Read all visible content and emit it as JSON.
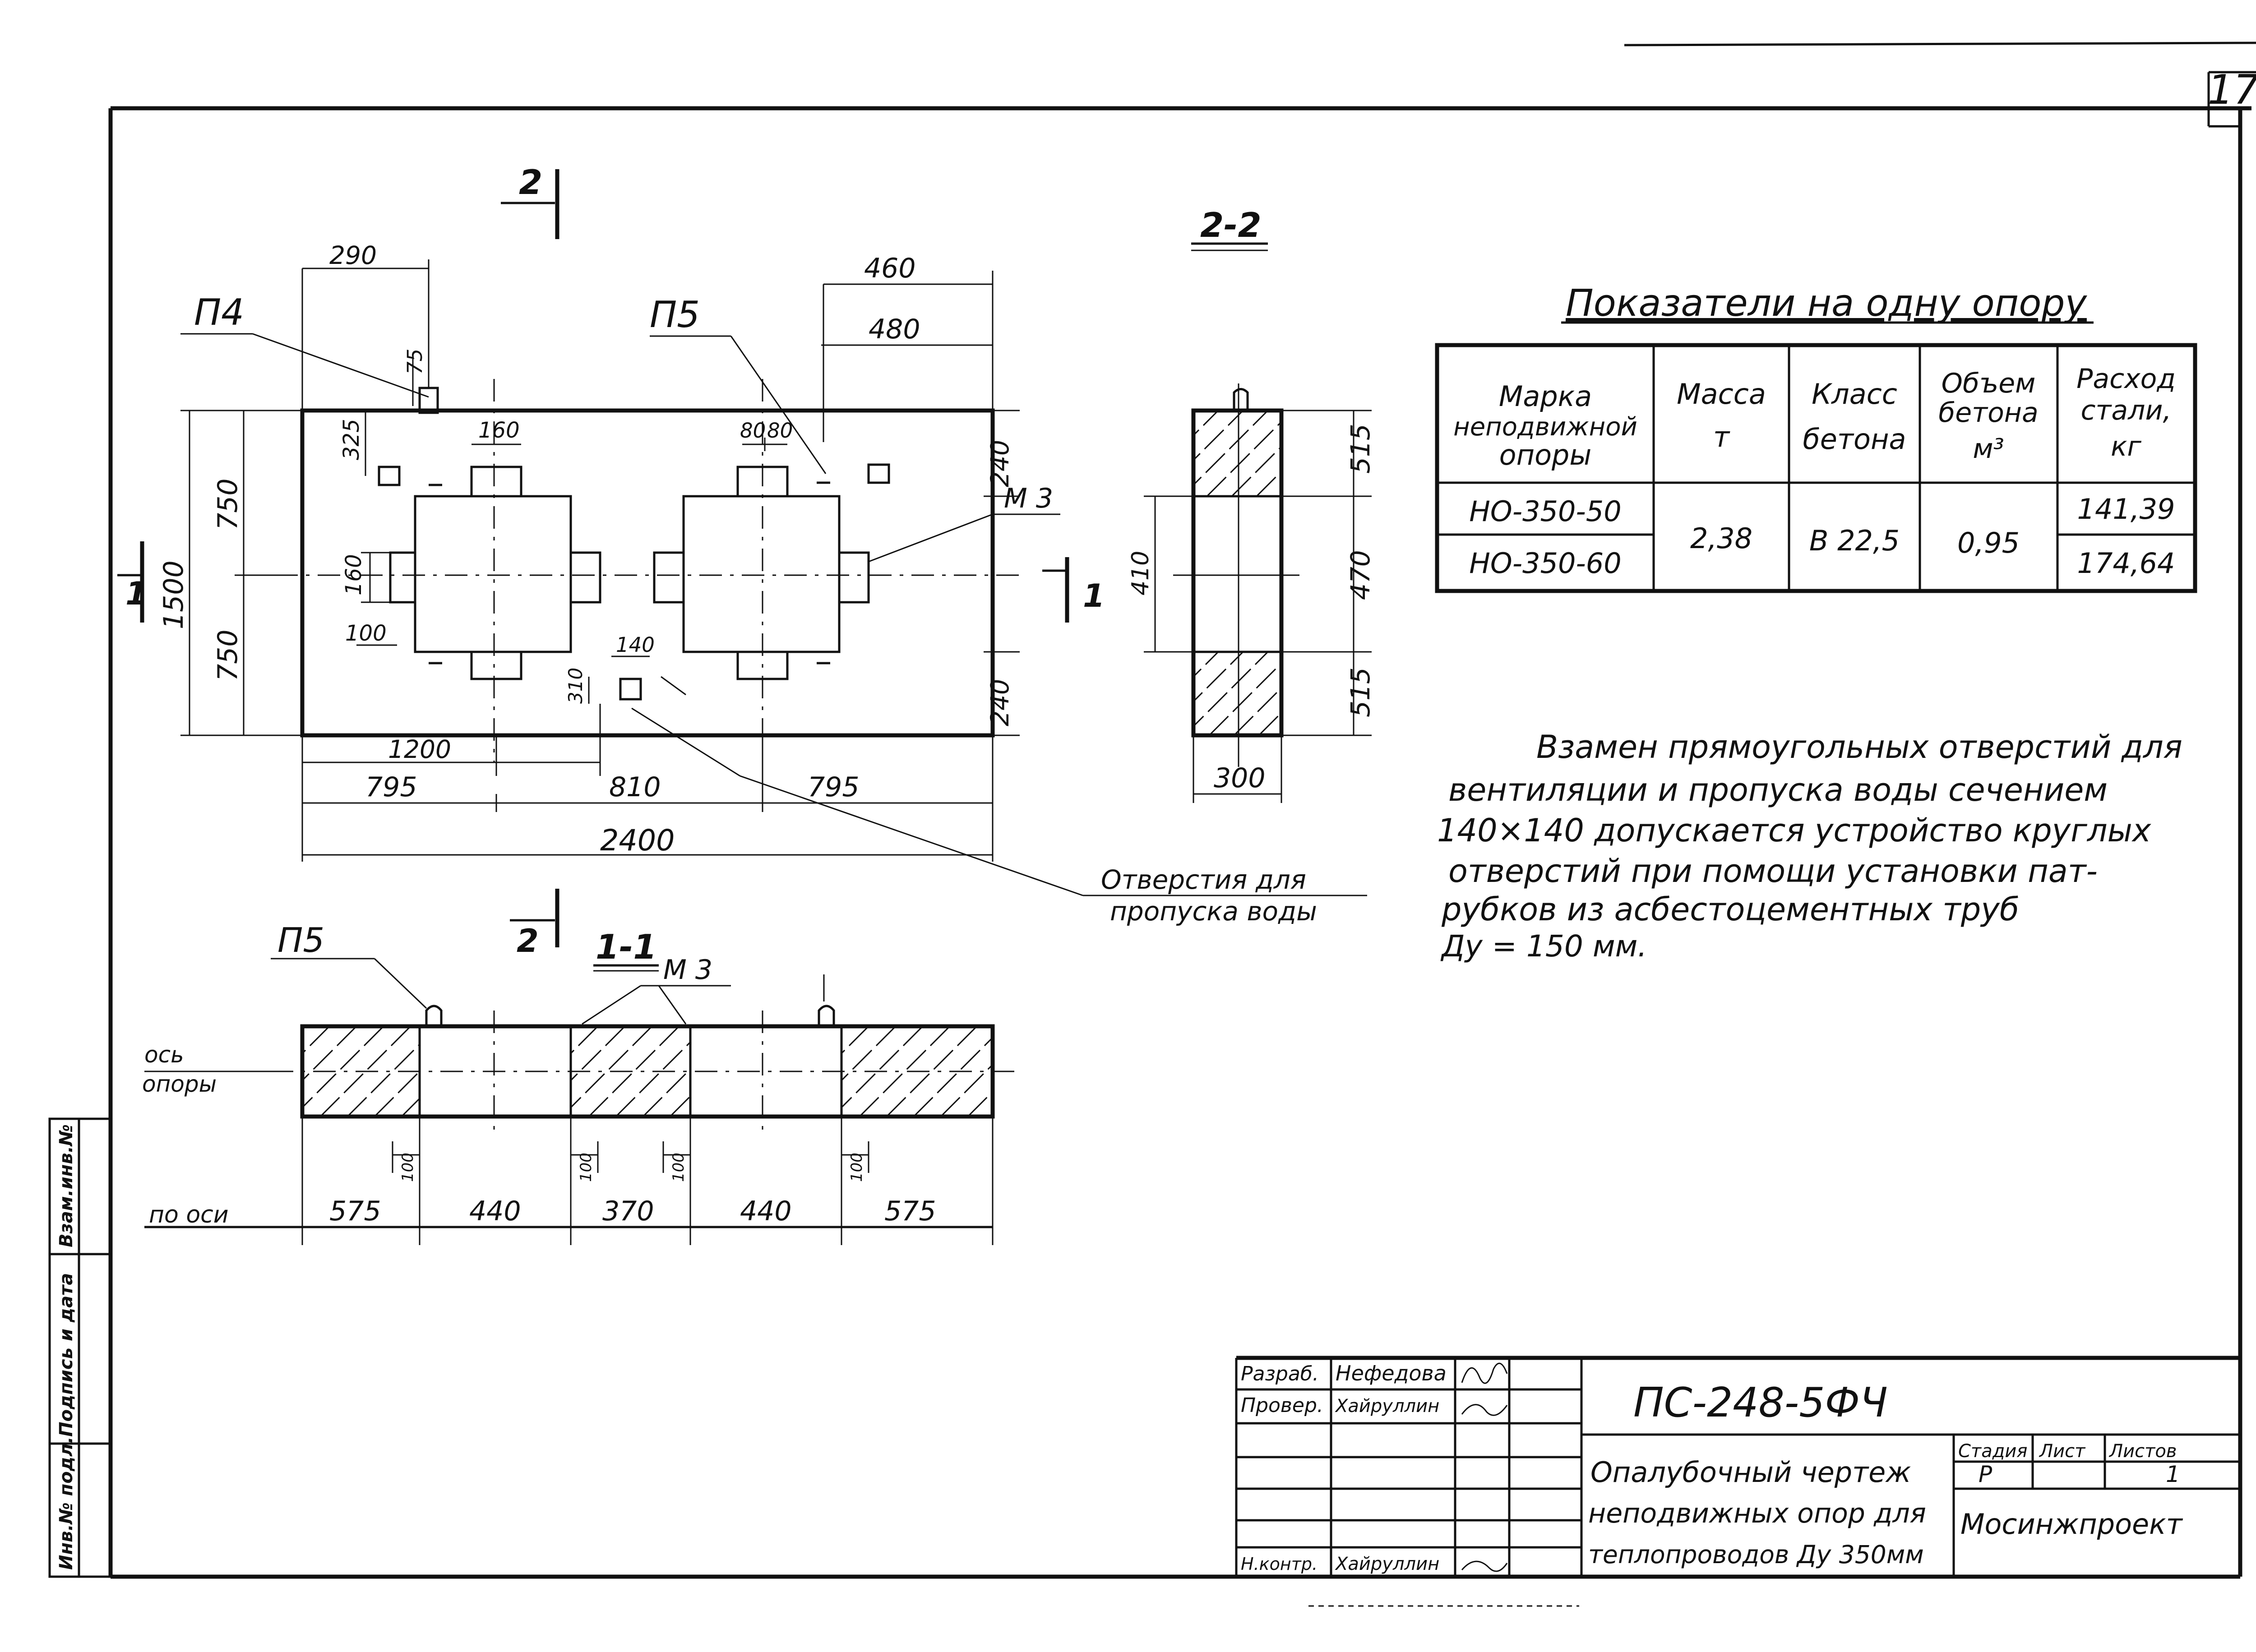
{
  "sheet": {
    "number": "17",
    "side_stamp": [
      "Инв.№ подл.",
      "Подпись и дата",
      "Взам.инв.№"
    ]
  },
  "plan": {
    "section_mark_top": "2",
    "section_mark_bottom": "2",
    "section_mark_left": "1",
    "section_mark_right": "1",
    "callouts": {
      "p4": "П4",
      "p5": "П5",
      "m3": "М 3"
    },
    "dims": {
      "d290": "290",
      "d460": "460",
      "d480": "480",
      "d75": "75",
      "d325": "325",
      "d160a": "160",
      "d80a": "80",
      "d80b": "80",
      "d240a": "240",
      "d240b": "240",
      "d1500": "1500",
      "d750a": "750",
      "d750b": "750",
      "d160b": "160",
      "d100": "100",
      "d140": "140",
      "d310": "310",
      "d1200": "1200",
      "d795a": "795",
      "d810": "810",
      "d795b": "795",
      "d2400": "2400"
    },
    "note_label": [
      "Отверстия для",
      "пропуска воды"
    ]
  },
  "section22": {
    "title": "2-2",
    "dims": {
      "d515a": "515",
      "d470": "470",
      "d515b": "515",
      "d410": "410",
      "d300": "300"
    }
  },
  "section11": {
    "title": "1-1",
    "callout_p5": "П5",
    "callout_m3": "М 3",
    "axis_label": [
      "ось",
      "опоры"
    ],
    "base_label": "по оси",
    "dims": {
      "d575a": "575",
      "d440a": "440",
      "d370": "370",
      "d440b": "440",
      "d575b": "575",
      "d100": "100"
    }
  },
  "table": {
    "title": "Показатели на одну опору",
    "headers": [
      "Марка неподвижной опоры",
      "Масса т",
      "Класс бетона",
      "Объем бетона м³",
      "Расход стали, кг"
    ],
    "rows": [
      {
        "mark": "НО-350-50",
        "steel": "141,39"
      },
      {
        "mark": "НО-350-60",
        "steel": "174,64"
      }
    ],
    "shared": {
      "mass": "2,38",
      "class": "В 22,5",
      "volume": "0,95"
    }
  },
  "note": [
    "Взамен прямоугольных отверстий для",
    "вентиляции и пропуска воды сечением",
    "140×140 допускается устройство круглых",
    "отверстий при помощи установки пат-",
    "рубков из асбестоцементных труб",
    "Ду = 150 мм."
  ],
  "title_block": {
    "code": "ПС-248-5ФЧ",
    "roles": [
      {
        "role": "Разраб.",
        "name": "Нефедова"
      },
      {
        "role": "Провер.",
        "name": "Хайруллин"
      },
      {
        "role": "Н.контр.",
        "name": "Хайруллин"
      }
    ],
    "description": [
      "Опалубочный чертеж",
      "неподвижных опор для",
      "теплопроводов Ду 350мм"
    ],
    "stage_header": "Стадия",
    "sheet_header": "Лист",
    "sheets_header": "Листов",
    "stage": "Р",
    "sheets": "1",
    "org": "Мосинжпроект"
  }
}
